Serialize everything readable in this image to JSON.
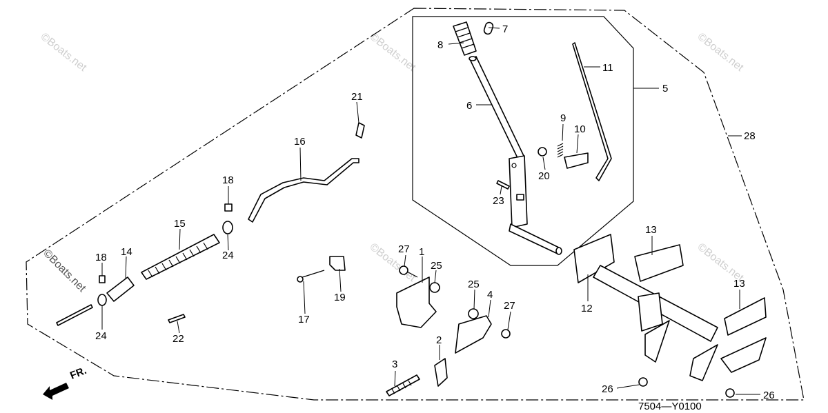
{
  "diagram_code": "7504—Y0100",
  "front_indicator": "FR.",
  "watermark": "©Boats.net",
  "callouts": {
    "c1": "1",
    "c2": "2",
    "c3": "3",
    "c4": "4",
    "c5": "5",
    "c6": "6",
    "c7": "7",
    "c8": "8",
    "c9": "9",
    "c10": "10",
    "c11": "11",
    "c12": "12",
    "c13a": "13",
    "c13b": "13",
    "c14": "14",
    "c15": "15",
    "c16": "16",
    "c17": "17",
    "c18a": "18",
    "c18b": "18",
    "c19": "19",
    "c20": "20",
    "c21": "21",
    "c22": "22",
    "c23": "23",
    "c24a": "24",
    "c24b": "24",
    "c25a": "25",
    "c25b": "25",
    "c26a": "26",
    "c26b": "26",
    "c27a": "27",
    "c27b": "27",
    "c28": "28"
  },
  "colors": {
    "line": "#000000",
    "watermark": "#cfcfcf",
    "background": "#ffffff"
  }
}
